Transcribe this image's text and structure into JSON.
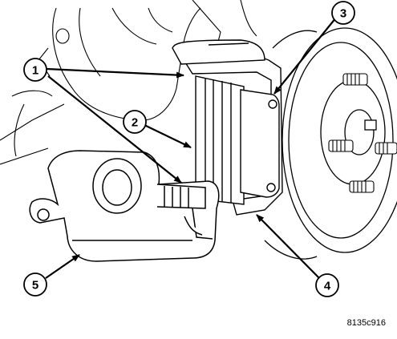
{
  "figure_code": "8135c916",
  "callouts": [
    {
      "num": "1"
    },
    {
      "num": "2"
    },
    {
      "num": "3"
    },
    {
      "num": "4"
    },
    {
      "num": "5"
    }
  ]
}
